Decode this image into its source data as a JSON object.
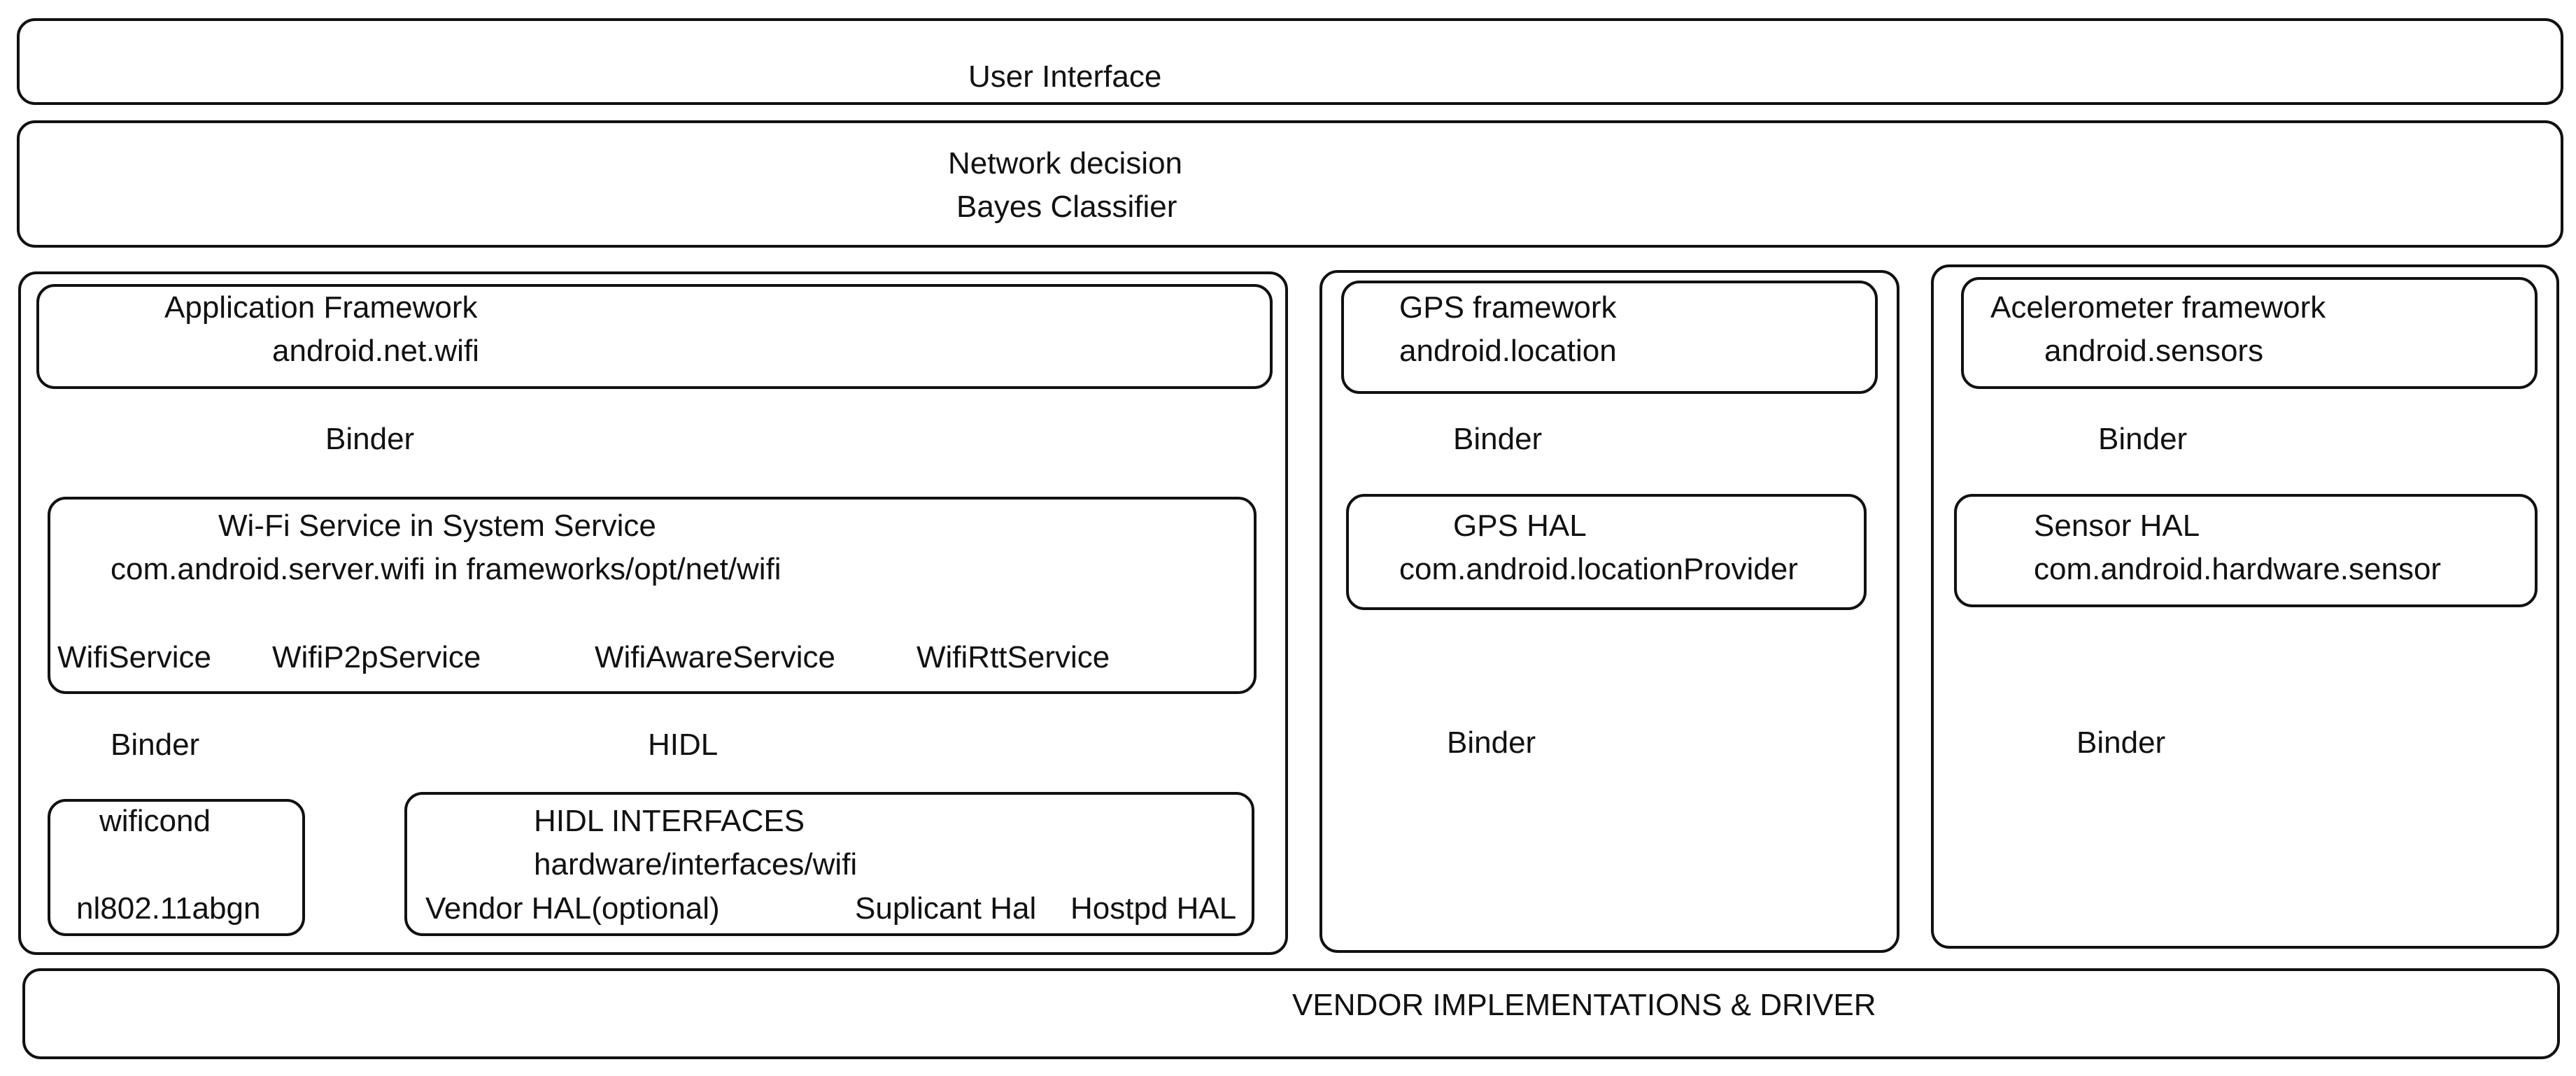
{
  "layers": {
    "user_interface": "User Interface",
    "network_decision": {
      "line1": "Network decision",
      "line2": "Bayes Classifier"
    },
    "vendor": "VENDOR IMPLEMENTATIONS & DRIVER"
  },
  "wifi": {
    "app_framework": {
      "title": "Application Framework",
      "package": "android.net.wifi"
    },
    "binder_top": "Binder",
    "service": {
      "title": "Wi-Fi Service in System Service",
      "path": "com.android.server.wifi in frameworks/opt/net/wifi",
      "items": [
        "WifiService",
        "WifiP2pService",
        "WifiAwareService",
        "WifiRttService"
      ]
    },
    "binder_bottom": "Binder",
    "hidl_label": "HIDL",
    "wificond": {
      "title": "wificond",
      "protocol": "nl802.11abgn"
    },
    "hidl_interfaces": {
      "title": "HIDL INTERFACES",
      "path": "hardware/interfaces/wifi",
      "items": [
        "Vendor HAL(optional)",
        "Suplicant Hal",
        "Hostpd HAL"
      ]
    }
  },
  "gps": {
    "framework": {
      "title": "GPS framework",
      "package": "android.location"
    },
    "binder_top": "Binder",
    "hal": {
      "title": "GPS HAL",
      "package": "com.android.locationProvider"
    },
    "binder_bottom": "Binder"
  },
  "accel": {
    "framework": {
      "title": "Acelerometer framework",
      "package": "android.sensors"
    },
    "binder_top": "Binder",
    "hal": {
      "title": "Sensor  HAL",
      "package": "com.android.hardware.sensor"
    },
    "binder_bottom": "Binder"
  }
}
